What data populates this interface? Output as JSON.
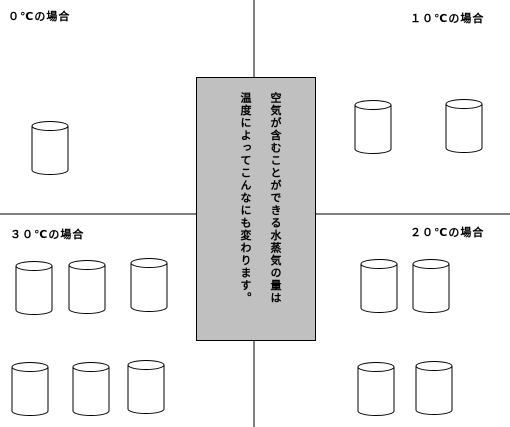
{
  "quadrants": {
    "q0": {
      "label": "０℃の場合",
      "cups": 1
    },
    "q10": {
      "label": "１０℃の場合",
      "cups": 2
    },
    "q30": {
      "label": "３０℃の場合",
      "cups": 6
    },
    "q20": {
      "label": "２０℃の場合",
      "cups": 4
    }
  },
  "center": {
    "line1": "空気が含むことができる水蒸気の量は",
    "line2": "温度によってこんなにも変わります。"
  }
}
